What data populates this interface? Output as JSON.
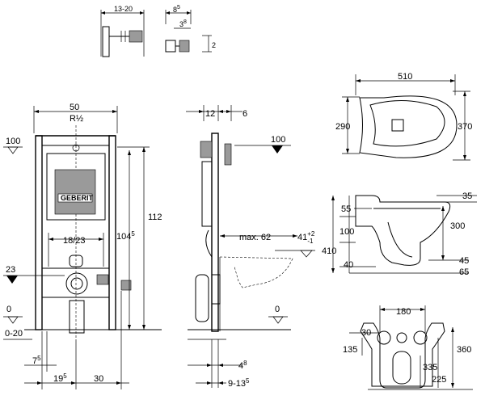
{
  "labels": {
    "top_width": "13-20",
    "top_b1": "8",
    "top_b1_sup": "5",
    "top_b2": "3",
    "top_b2_sup": "8",
    "top_b3": "2",
    "front_width": "50",
    "front_pipe": "R½",
    "front_100": "100",
    "front_112": "112",
    "front_104": "104",
    "front_104_sup": "5",
    "front_18_23": "18/23",
    "front_23": "23",
    "front_0": "0",
    "front_0_20": "0-20",
    "front_7": "7",
    "front_7_sup": "5",
    "front_19": "19",
    "front_19_sup": "5",
    "front_30": "30",
    "brand": "GEBERIT",
    "side_12": "12",
    "side_6": "6",
    "side_100": "100",
    "side_max62": "max. 62",
    "side_41": "41",
    "side_41_plus": "+2",
    "side_41_minus": "-1",
    "side_0": "0",
    "side_4": "4",
    "side_4_sup": "8",
    "side_9_13": "9-13",
    "side_9_13_sup": "5",
    "bowl_510": "510",
    "bowl_290": "290",
    "bowl_370": "370",
    "wc_35": "35",
    "wc_55": "55",
    "wc_300": "300",
    "wc_100": "100",
    "wc_410": "410",
    "wc_40": "40",
    "wc_45": "45",
    "wc_65": "65",
    "back_180": "180",
    "back_30": "30",
    "back_135": "135",
    "back_360": "360",
    "back_335": "335",
    "back_225": "225"
  }
}
